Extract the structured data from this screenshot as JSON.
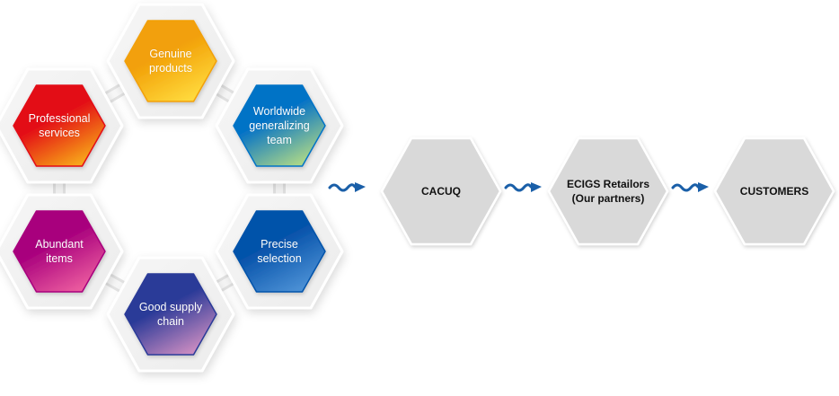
{
  "diagram": {
    "features": [
      {
        "id": "genuine",
        "lines": [
          "Genuine",
          "products"
        ],
        "colors": [
          "#f2a007",
          "#ffd93c"
        ]
      },
      {
        "id": "professional",
        "lines": [
          "Professional",
          "services"
        ],
        "colors": [
          "#e30a16",
          "#f7a51a"
        ]
      },
      {
        "id": "worldwide",
        "lines": [
          "Worldwide",
          "generalizing",
          "team"
        ],
        "colors": [
          "#0673c6",
          "#a8d58a"
        ]
      },
      {
        "id": "abundant",
        "lines": [
          "Abundant",
          "items"
        ],
        "colors": [
          "#a8007d",
          "#ea5a9e"
        ]
      },
      {
        "id": "precise",
        "lines": [
          "Precise",
          "selection"
        ],
        "colors": [
          "#0652aa",
          "#4a8fd4"
        ]
      },
      {
        "id": "good-supply",
        "lines": [
          "Good supply",
          "chain"
        ],
        "colors": [
          "#2a3a98",
          "#c78ac0"
        ]
      }
    ],
    "flow": [
      {
        "id": "cacuq",
        "lines": [
          "CACUQ"
        ]
      },
      {
        "id": "ecigs-retailors",
        "lines": [
          "ECIGS Retailors",
          "(Our partners)"
        ]
      },
      {
        "id": "customers",
        "lines": [
          "CUSTOMERS"
        ]
      }
    ],
    "arrow_color": "#1a5fa8",
    "gray_fill": "#d9d9d9"
  }
}
